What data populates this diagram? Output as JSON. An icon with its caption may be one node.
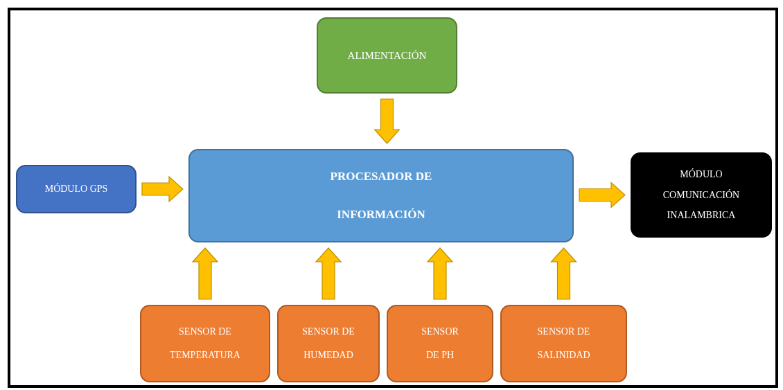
{
  "diagram": {
    "nodes": [
      {
        "text": [
          "ALIMENTACIÓN"
        ]
      },
      {
        "text": [
          "MÓDULO GPS"
        ]
      },
      {
        "text": [
          "PROCESADOR DE INFORMACIÓN"
        ]
      },
      {
        "text": [
          "MÓDULO COMUNICACIÓN INALAMBRICA"
        ]
      },
      {
        "text": [
          "SENSOR DE TEMPERATURA"
        ]
      },
      {
        "text": [
          "SENSOR DE HUMEDAD"
        ]
      },
      {
        "text": [
          "SENSOR DE PH"
        ]
      },
      {
        "text": [
          "SENSOR DE SALINIDAD"
        ]
      }
    ],
    "edges": [
      {
        "from": 0,
        "to": 2,
        "arrow": "to"
      },
      {
        "from": 1,
        "to": 2,
        "arrow": "to"
      },
      {
        "from": 2,
        "to": 3,
        "arrow": "to"
      },
      {
        "from": 4,
        "to": 2,
        "arrow": "to"
      },
      {
        "from": 5,
        "to": 2,
        "arrow": "to"
      },
      {
        "from": 6,
        "to": 2,
        "arrow": "to"
      },
      {
        "from": 7,
        "to": 2,
        "arrow": "to"
      }
    ]
  }
}
